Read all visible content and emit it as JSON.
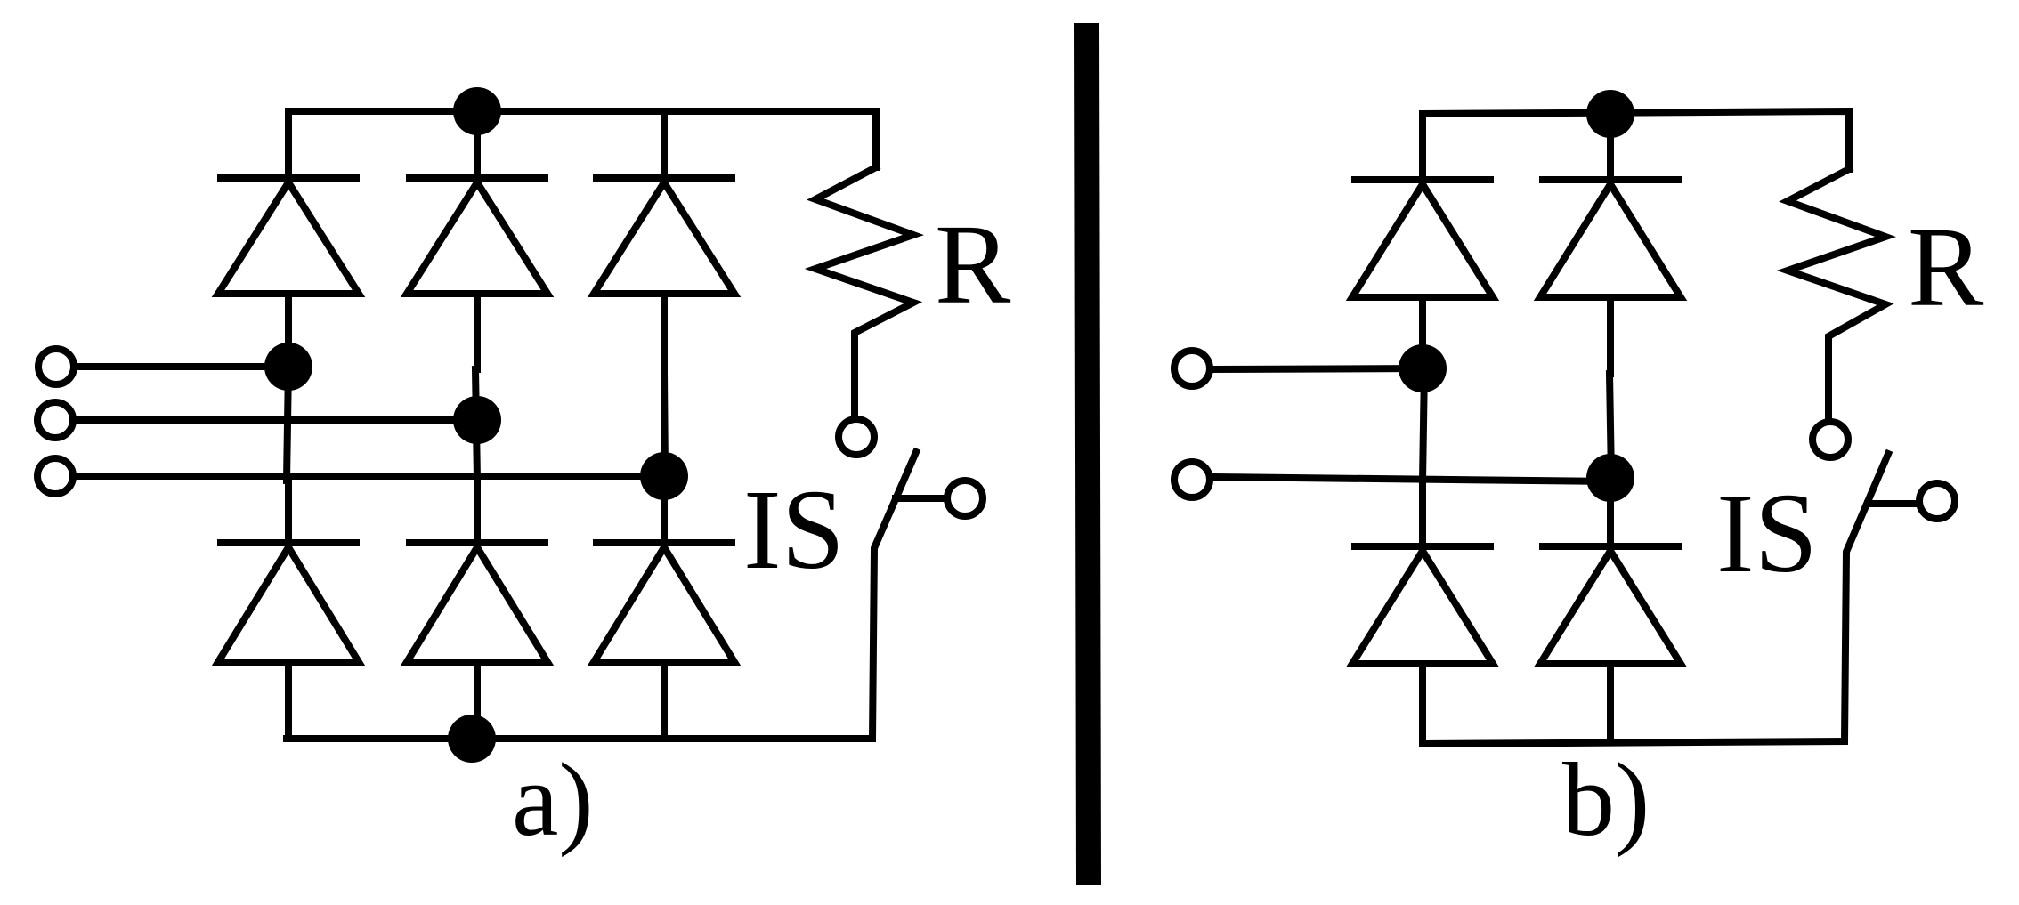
{
  "labels": {
    "resistor": "R",
    "switch": "IS",
    "panel_a": "a)",
    "panel_b": "b)"
  },
  "colors": {
    "stroke": "#000000",
    "background": "#ffffff"
  }
}
